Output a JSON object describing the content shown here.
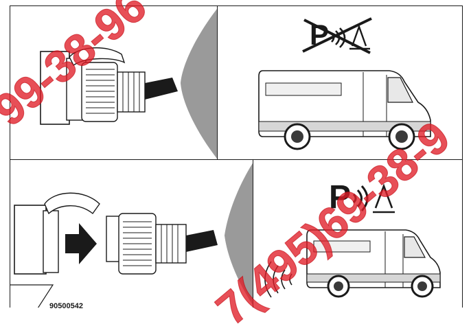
{
  "figure": {
    "code": "90500542",
    "panels": [
      {
        "id": "plug-connected",
        "content": "trailer plug inserted in socket"
      },
      {
        "id": "sensor-disabled",
        "content": "van with parking assist symbol crossed out"
      },
      {
        "id": "plug-removed",
        "content": "plug pulled out of socket"
      },
      {
        "id": "sensor-active",
        "content": "van with parking assist symbol active, sound waves at rear"
      }
    ],
    "icons": [
      "plug-socket-icon",
      "parking-sensor-crossed-icon",
      "van-icon",
      "arrow-right-icon",
      "parking-sensor-icon",
      "sound-waves-icon"
    ]
  },
  "watermark": {
    "text_top": "99-38-96",
    "text_bottom": "7(495)69-38-9",
    "color": "#e01e28"
  }
}
